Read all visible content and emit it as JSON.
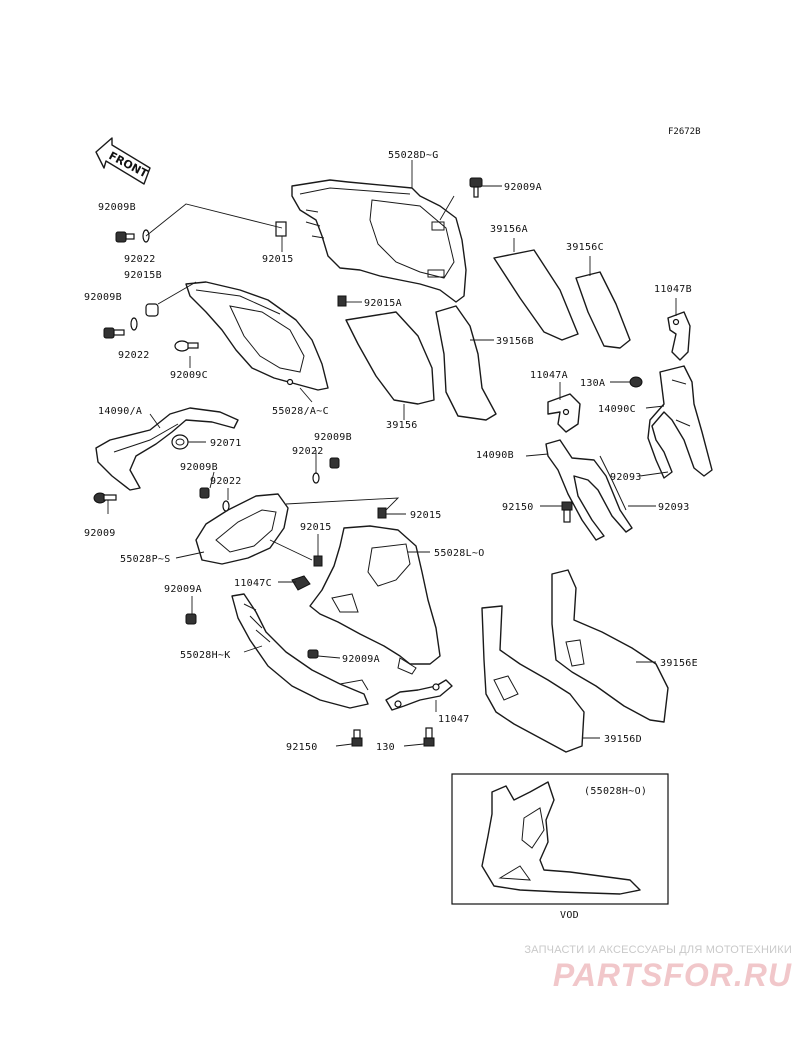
{
  "figure_code": "F2672B",
  "front_label": "FRONT",
  "labels": {
    "p55028D_G": "55028D~G",
    "p92009A_top": "92009A",
    "p92009B_top": "92009B",
    "p92022_a": "92022",
    "p92015_top": "92015",
    "p92015B": "92015B",
    "p92009B_left": "92009B",
    "p92022_b": "92022",
    "p92009C": "92009C",
    "p55028A_C": "55028/A~C",
    "p92015A": "92015A",
    "p39156A": "39156A",
    "p39156C": "39156C",
    "p39156B": "39156B",
    "p39156": "39156",
    "p11047B": "11047B",
    "p130A": "130A",
    "p14090C": "14090C",
    "p11047A": "11047A",
    "p14090B": "14090B",
    "p92093_a": "92093",
    "p92093_b": "92093",
    "p92150_right": "92150",
    "p14090_A": "14090/A",
    "p92071": "92071",
    "p92009B_mid": "92009B",
    "p92022_c": "92022",
    "p92009B_mid2": "92009B",
    "p92022_d": "92022",
    "p92009": "92009",
    "p92015_mid": "92015",
    "p92015_right": "92015",
    "p55028P_S": "55028P~S",
    "p55028L_O": "55028L~O",
    "p11047C": "11047C",
    "p92009A_left": "92009A",
    "p55028H_K": "55028H~K",
    "p92009A_bottom": "92009A",
    "p11047": "11047",
    "p92150_bottom": "92150",
    "p130": "130",
    "p39156E": "39156E",
    "p39156D": "39156D"
  },
  "inset": {
    "label": "(55028H~O)",
    "caption": "VOD"
  },
  "watermark": {
    "line1": "ЗАПЧАСТИ И АКСЕССУАРЫ ДЛЯ МОТОТЕХНИКИ",
    "logo": "PARTSFOR.RU"
  }
}
